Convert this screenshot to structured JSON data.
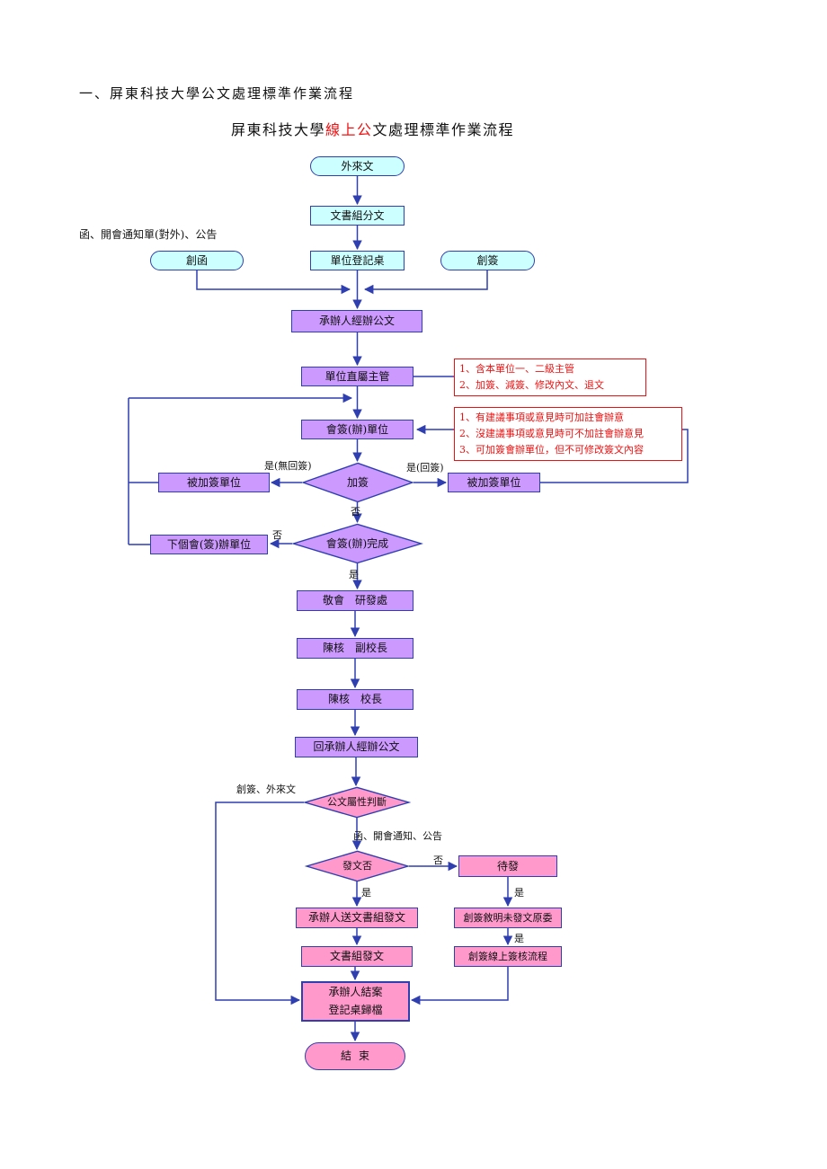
{
  "page": {
    "heading": "一、屏東科技大學公文處理標準作業流程",
    "subtitle": {
      "part1": "屏東科技大學",
      "part2_red": "線上公",
      "part3": "文處理標準作業流程"
    }
  },
  "flowchart": {
    "nodes": {
      "incoming_doc": "外來文",
      "doc_section_split": "文書組分文",
      "create_letter": "創函",
      "unit_registry": "單位登記桌",
      "create_memo": "創簽",
      "handler_process": "承辦人經辦公文",
      "unit_supervisor": "單位直屬主管",
      "countersign_unit": "會簽(辦)單位",
      "add_sign": "加簽",
      "added_sign_unit_left": "被加簽單位",
      "added_sign_unit_right": "被加簽單位",
      "countersign_done": "會簽(辦)完成",
      "next_countersign_unit": "下個會(簽)辦單位",
      "respect_rd_office": "敬會　研發處",
      "review_vice_president": "陳核　副校長",
      "review_president": "陳核　校長",
      "return_to_handler": "回承辦人經辦公文",
      "doc_attribute_judge": "公文屬性判斷",
      "dispatch_or_not": "發文否",
      "pending_dispatch": "待發",
      "handler_send_dispatch": "承辦人送文書組發文",
      "memo_explain_reason": "創簽敘明未發文原委",
      "doc_section_dispatch": "文書組發文",
      "memo_online_approval": "創簽線上簽核流程",
      "handler_close_line1": "承辦人結案",
      "handler_close_line2": "登記桌歸檔",
      "end": "結束"
    },
    "edge_labels": {
      "top_left_note": "函、開會通知單(對外)、公告",
      "yes_no_return": "是(無回簽)",
      "yes_return": "是(回簽)",
      "no_below_add_sign": "否",
      "no_left_countersign_done": "否",
      "yes_below_countersign_done": "是",
      "memo_incoming": "創簽、外來文",
      "letter_notice_announce": "函、開會通知、公告",
      "no_right_dispatch": "否",
      "yes_below_dispatch": "是",
      "yes_pending_to_memo": "是",
      "yes_memo_to_online": "是"
    },
    "notes": {
      "note1": [
        "1、含本單位一、二級主管",
        "2、加簽、減簽、修改內文、退文"
      ],
      "note2": [
        "1、有建議事項或意見時可加註會辦意",
        "2、沒建議事項或意見時可不加註會辦意見",
        "3、可加簽會辦單位，但不可修改簽文內容"
      ]
    },
    "colors": {
      "cyan_fill": "#ccffff",
      "purple_fill": "#cc99ff",
      "pink_fill": "#ff99cc",
      "line_blue": "#2f3fb0",
      "note_red": "#ee1111"
    }
  }
}
